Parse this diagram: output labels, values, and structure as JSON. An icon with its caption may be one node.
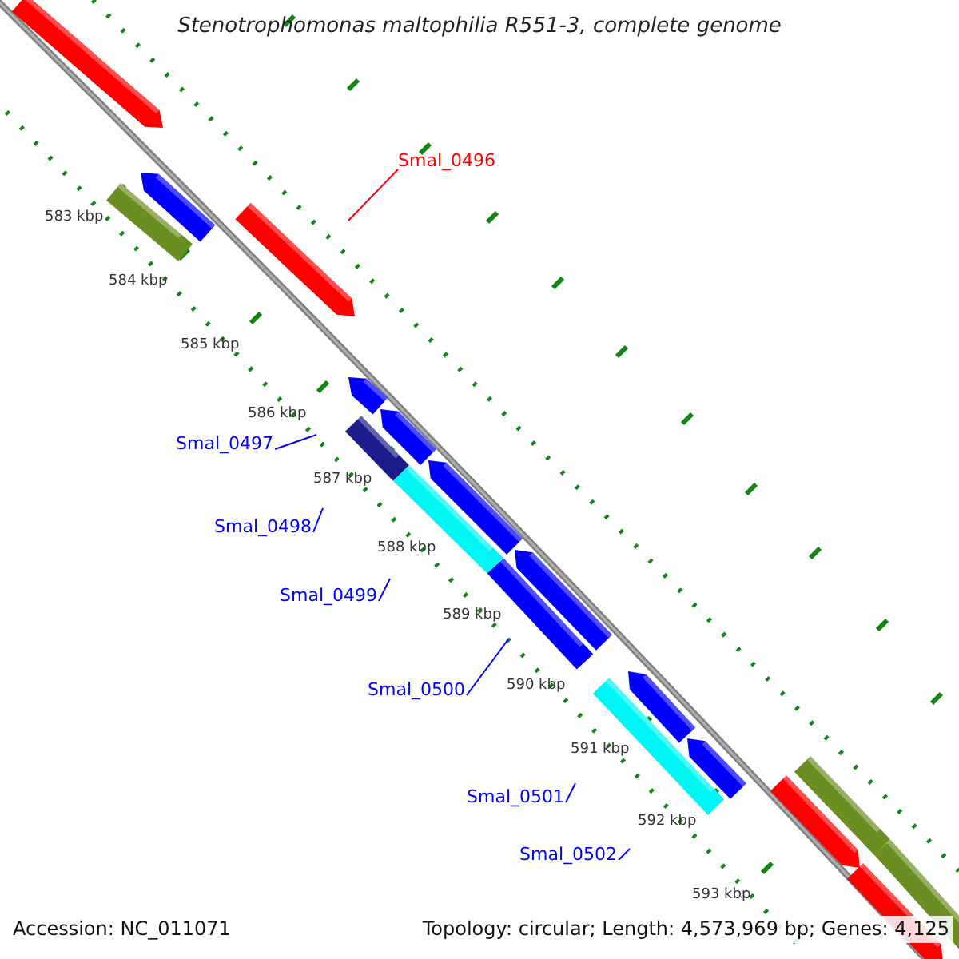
{
  "diagram": {
    "title": "Stenotrophomonas maltophilia R551-3, complete genome",
    "nodes": [
      {
        "text": [
          "Smal_0496"
        ]
      },
      {
        "text": [
          "Smal_0497"
        ]
      },
      {
        "text": [
          "Smal_0498"
        ]
      },
      {
        "text": [
          "Smal_0499"
        ]
      },
      {
        "text": [
          "Smal_0500"
        ]
      },
      {
        "text": [
          "Smal_0501"
        ]
      },
      {
        "text": [
          "Smal_0502"
        ]
      }
    ],
    "edges": [
      {
        "from": 0,
        "to": null,
        "arrow": "none",
        "color": "#ff0000"
      },
      {
        "from": 1,
        "to": null,
        "arrow": "none"
      },
      {
        "from": 2,
        "to": null,
        "arrow": "none"
      },
      {
        "from": 3,
        "to": null,
        "arrow": "none"
      },
      {
        "from": 4,
        "to": null,
        "arrow": "none"
      },
      {
        "from": 5,
        "to": null,
        "arrow": "none"
      },
      {
        "from": 6,
        "to": null,
        "arrow": "none"
      }
    ],
    "labels": [
      "583 kbp",
      "584 kbp",
      "585 kbp",
      "586 kbp",
      "587 kbp",
      "588 kbp",
      "589 kbp",
      "590 kbp",
      "591 kbp",
      "592 kbp",
      "593 kbp",
      "Accession: NC_011071",
      "Topology: circular; Length: 4,573,969 bp; Genes: 4,125"
    ]
  }
}
